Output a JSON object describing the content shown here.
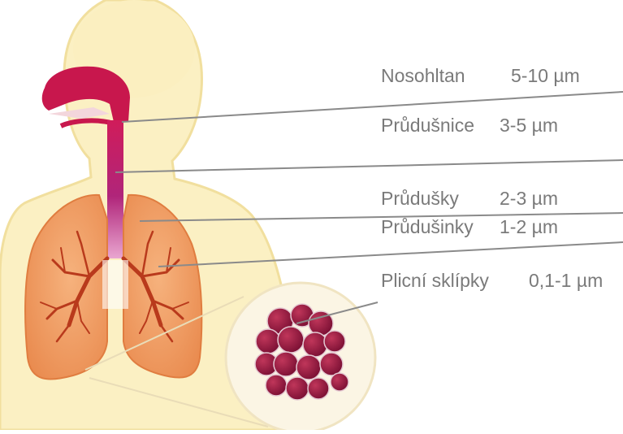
{
  "labels": [
    {
      "name": "Nosohltan",
      "size": "5-10 µm"
    },
    {
      "name": "Průdušnice",
      "size": "3-5 µm"
    },
    {
      "name": "Průdušky",
      "size": "2-3 µm"
    },
    {
      "name": "Průdušinky",
      "size": "1-2 µm"
    },
    {
      "name": "Plicní sklípky",
      "size": "0,1-1 µm"
    }
  ],
  "colors": {
    "body": "#fbf0c3",
    "skin_outline": "#f3e3a6",
    "lung": "#f0a066",
    "airway": "#c2186a",
    "alveoli": "#9a1a45",
    "pointer_line": "#8a8a8a",
    "label_text": "#7a7a7a"
  }
}
